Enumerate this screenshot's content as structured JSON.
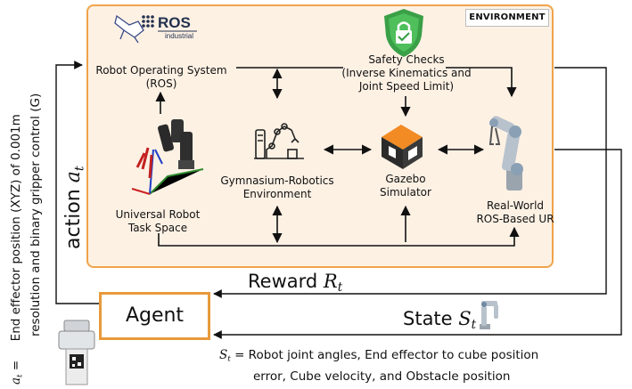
{
  "environment_tag": "ENVIRONMENT",
  "ros_logo": {
    "text": "ROS",
    "subtext": "industrial"
  },
  "nodes": {
    "ros": "Robot Operating System\n(ROS)",
    "safety": "Safety Checks\n(Inverse Kinematics and\nJoint Speed Limit)",
    "gym": "Gymnasium-Robotics\nEnvironment",
    "gazebo": "Gazebo\nSimulator",
    "real": "Real-World\nROS-Based UR",
    "taskspace": "Universal Robot\nTask Space"
  },
  "agent_label": "Agent",
  "reward": {
    "word": "Reward",
    "symbol": "R",
    "sub": "t"
  },
  "state": {
    "word": "State",
    "symbol": "S",
    "sub": "t"
  },
  "action": {
    "word": "action",
    "symbol": "a",
    "sub": "t"
  },
  "state_definition": {
    "symbol": "S",
    "sub": "t",
    "text": "= Robot joint angles, End effector to cube position",
    "text2": "error, Cube velocity, and Obstacle position"
  },
  "action_definition": {
    "symbol": "a",
    "sub": "t",
    "eq": "=",
    "text": "End effector position (XYZ) of 0.001m",
    "text2": "resolution and binary gripper control (G)"
  },
  "colors": {
    "environment_fill": "#fdf1e4",
    "environment_border": "#f0a34a",
    "agent_border": "#e89a3c",
    "shield_green": "#3aa047",
    "gazebo_orange": "#f28b24"
  }
}
